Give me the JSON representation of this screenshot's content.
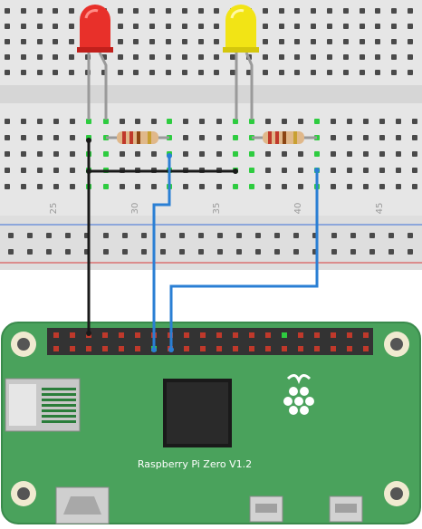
{
  "breadboard": {
    "column_labels": [
      "25",
      "30",
      "35",
      "40",
      "45"
    ]
  },
  "board": {
    "label": "Raspberry Pi Zero V1.2",
    "logo": "raspberry-logo-icon"
  },
  "components": {
    "led_red": {
      "color": "#e8302a",
      "name": "red-led"
    },
    "led_yellow": {
      "color": "#f2e415",
      "name": "yellow-led"
    }
  },
  "wires": {
    "ground_color": "#1a1a1a",
    "signal_color": "#2a7fd4"
  },
  "colors": {
    "pcb": "#4aa25c",
    "breadboard": "#e4e4e4",
    "header_pin": "#c0392b",
    "gnd_highlight": "#2ecc40"
  }
}
